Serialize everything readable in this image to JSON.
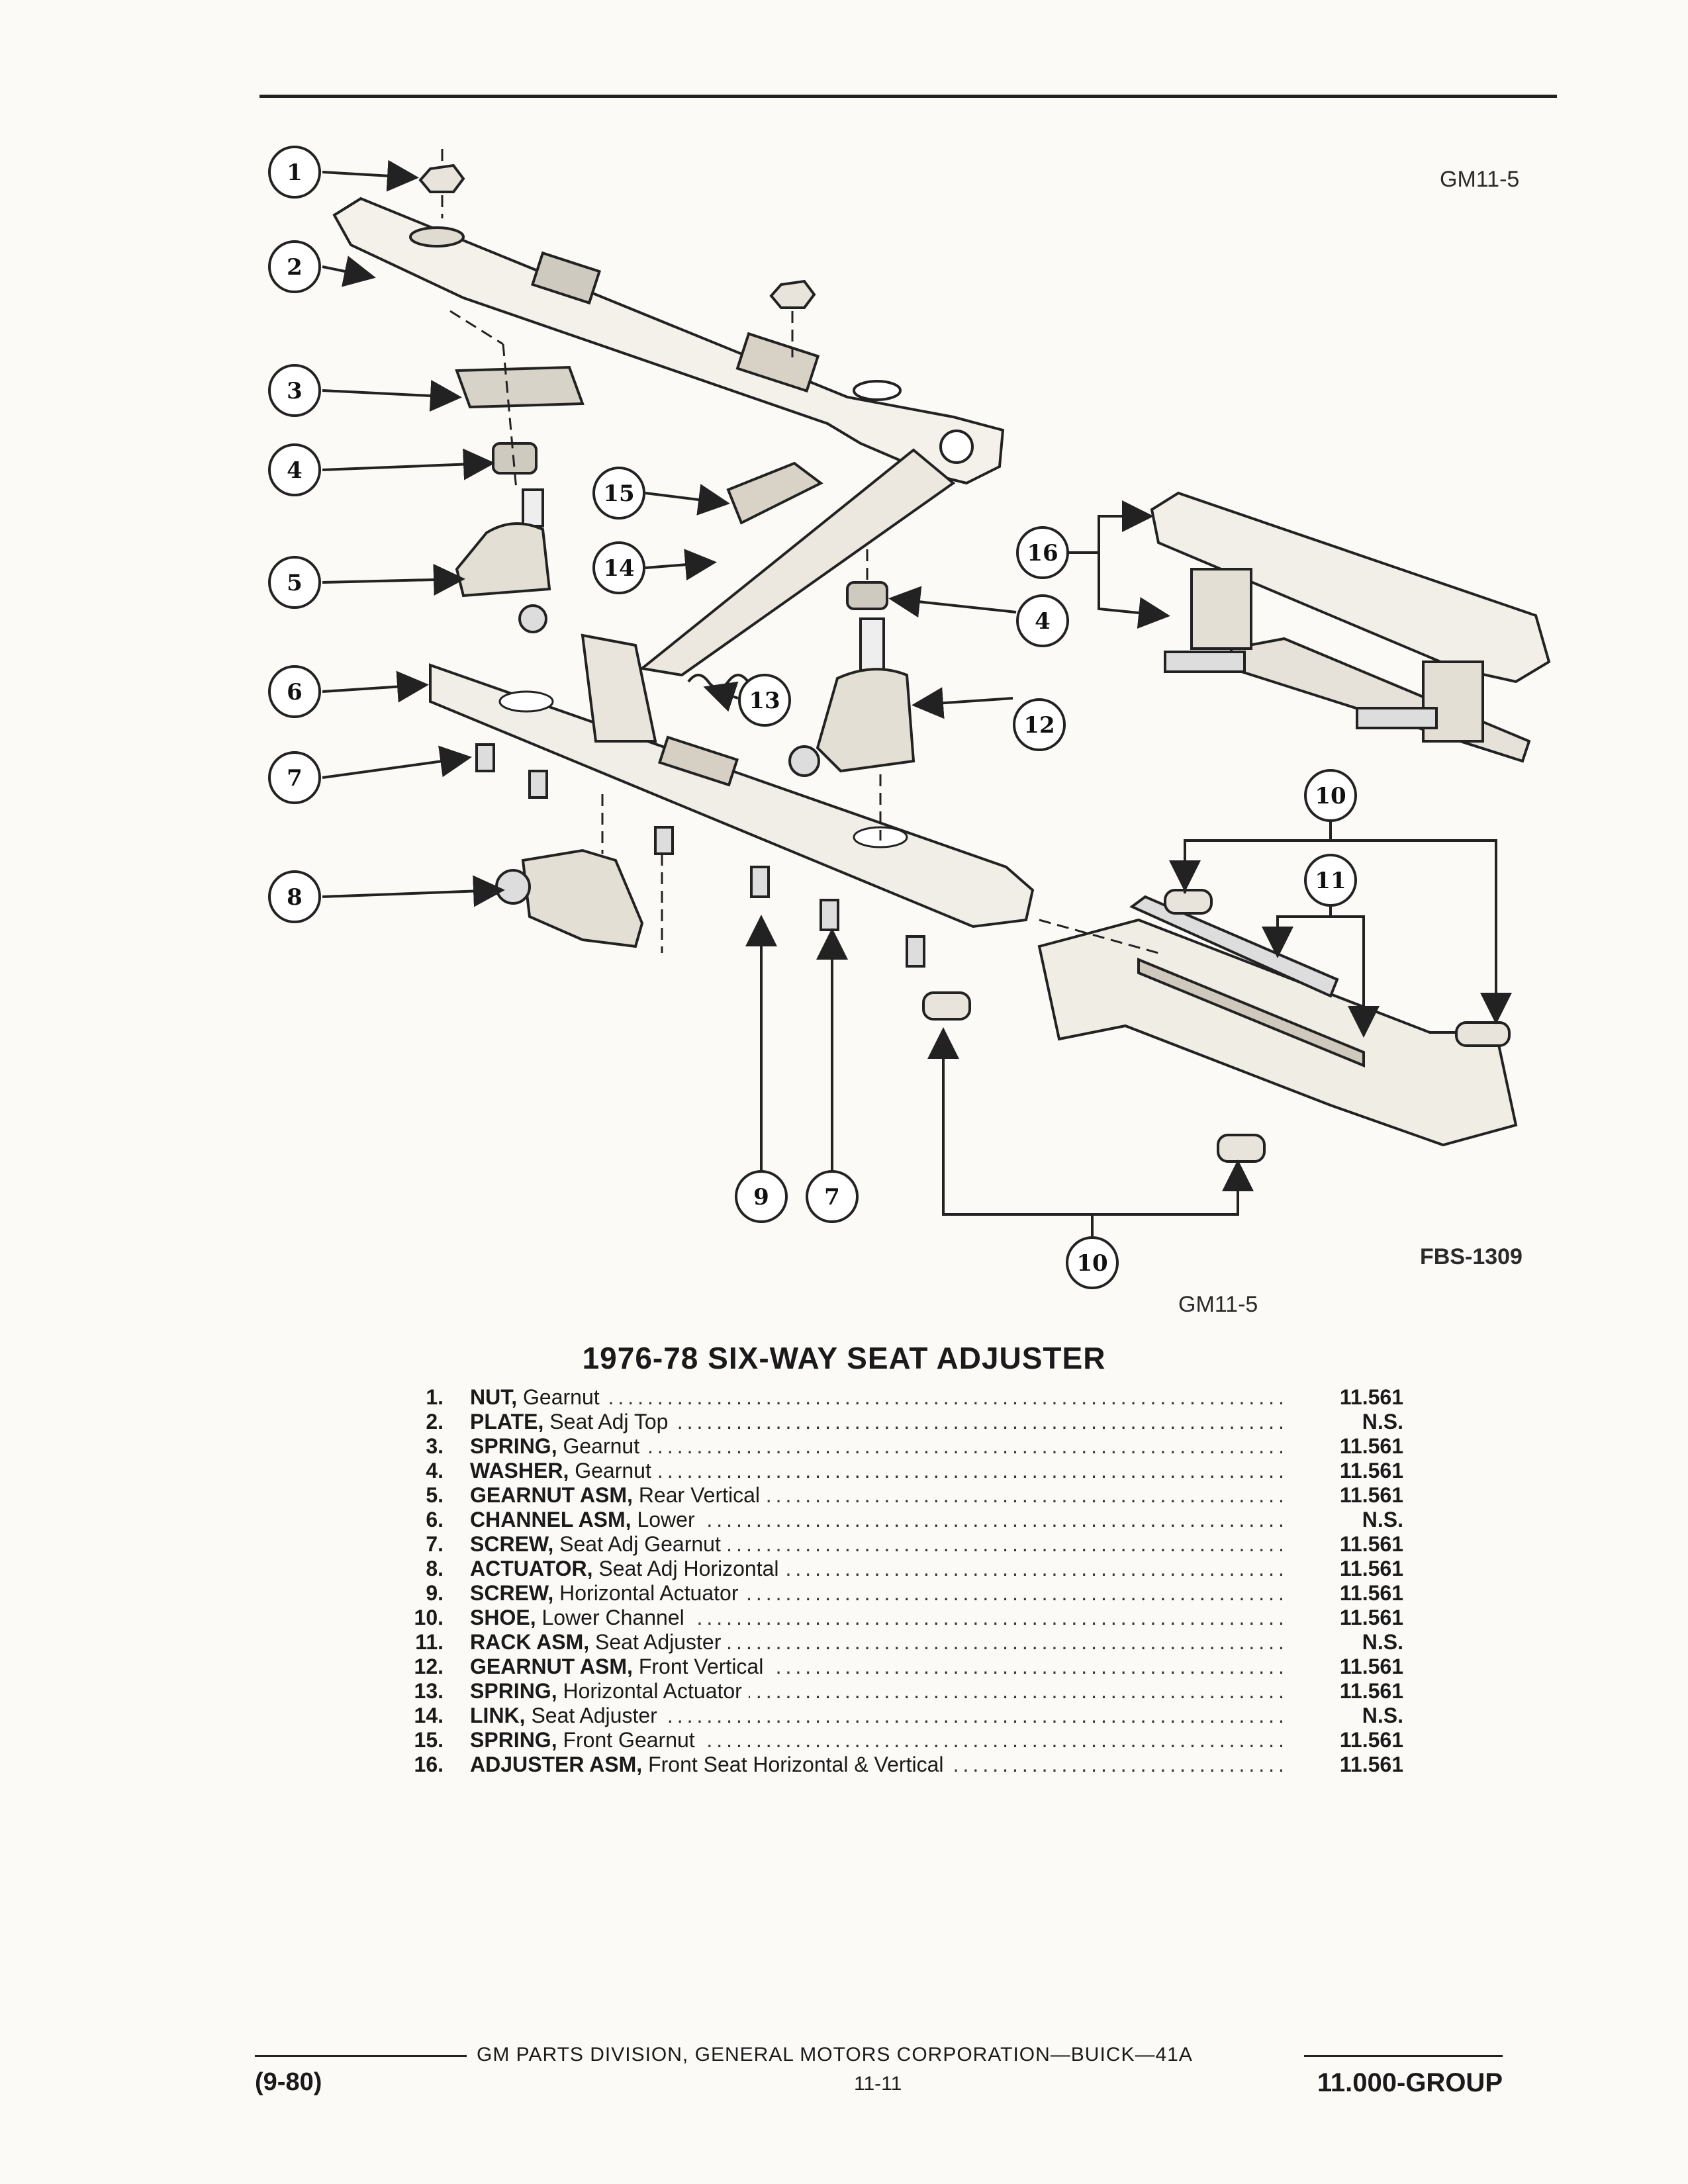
{
  "figure": {
    "code_top": "GM11-5",
    "code_fbs": "FBS-1309",
    "code_bottom": "GM11-5",
    "callouts": [
      "1",
      "2",
      "3",
      "4",
      "5",
      "6",
      "7",
      "8",
      "15",
      "14",
      "16",
      "4",
      "13",
      "12",
      "10",
      "11",
      "9",
      "7",
      "10"
    ]
  },
  "title": "1976-78 SIX-WAY SEAT ADJUSTER",
  "parts": [
    {
      "num": "1.",
      "name": "NUT,",
      "desc": "Gearnut",
      "ref": "11.561"
    },
    {
      "num": "2.",
      "name": "PLATE,",
      "desc": "Seat Adj Top",
      "ref": "N.S."
    },
    {
      "num": "3.",
      "name": "SPRING,",
      "desc": "Gearnut",
      "ref": "11.561"
    },
    {
      "num": "4.",
      "name": "WASHER,",
      "desc": "Gearnut",
      "ref": "11.561"
    },
    {
      "num": "5.",
      "name": "GEARNUT ASM,",
      "desc": "Rear Vertical",
      "ref": "11.561"
    },
    {
      "num": "6.",
      "name": "CHANNEL ASM,",
      "desc": "Lower",
      "ref": "N.S."
    },
    {
      "num": "7.",
      "name": "SCREW,",
      "desc": "Seat Adj Gearnut",
      "ref": "11.561"
    },
    {
      "num": "8.",
      "name": "ACTUATOR,",
      "desc": "Seat Adj Horizontal",
      "ref": "11.561"
    },
    {
      "num": "9.",
      "name": "SCREW,",
      "desc": "Horizontal Actuator",
      "ref": "11.561"
    },
    {
      "num": "10.",
      "name": "SHOE,",
      "desc": "Lower Channel",
      "ref": "11.561"
    },
    {
      "num": "11.",
      "name": "RACK ASM,",
      "desc": "Seat Adjuster",
      "ref": "N.S."
    },
    {
      "num": "12.",
      "name": "GEARNUT ASM,",
      "desc": "Front Vertical",
      "ref": "11.561"
    },
    {
      "num": "13.",
      "name": "SPRING,",
      "desc": "Horizontal Actuator",
      "ref": "11.561"
    },
    {
      "num": "14.",
      "name": "LINK,",
      "desc": "Seat Adjuster",
      "ref": "N.S."
    },
    {
      "num": "15.",
      "name": "SPRING,",
      "desc": "Front Gearnut",
      "ref": "11.561"
    },
    {
      "num": "16.",
      "name": "ADJUSTER ASM,",
      "desc": "Front Seat Horizontal & Vertical",
      "ref": "11.561"
    }
  ],
  "footer": {
    "division": "GM PARTS DIVISION, GENERAL MOTORS CORPORATION—BUICK—41A",
    "date": "(9-80)",
    "page": "11-11",
    "group": "11.000-GROUP"
  }
}
